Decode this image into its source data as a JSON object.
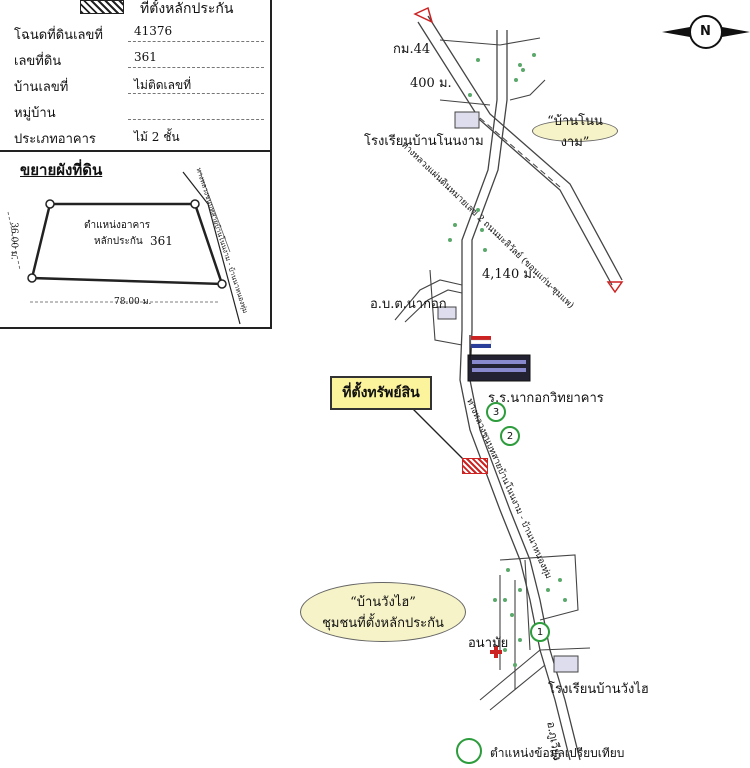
{
  "legend": {
    "label": "ที่ตั้งหลักประกัน"
  },
  "info": [
    {
      "label": "โฉนดที่ดินเลขที่",
      "value": "41376"
    },
    {
      "label": "เลขที่ดิน",
      "value": "361"
    },
    {
      "label": "บ้านเลขที่",
      "value": "ไม่ติดเลขที่"
    },
    {
      "label": "หมู่บ้าน",
      "value": ""
    },
    {
      "label": "ประเภทอาคาร",
      "value": "ไม้ 2 ชั้น"
    }
  ],
  "plot": {
    "title": "ขยายผังที่ดิน",
    "building_line1": "ตำแหน่งอาคาร",
    "building_line2": "หลักประกัน",
    "building_no": "361",
    "width_label": "78.00 ม.",
    "depth_label": "36.00 ม.",
    "road_label": "ทางหลวงชนบทสายบ้านโนนงาม - บ้านนาหนองทุ่ม"
  },
  "map": {
    "km_marker": "กม.44",
    "dist_400": "400 ม.",
    "dist_4140": "4,140 ม.",
    "highway_label": "ทางหลวงแผ่นดินหมายเลข 2 ถนนมะลิวัลย์ (ขอนแก่น-ชุมแพ)",
    "school_nonngam": "โรงเรียนบ้านโนนงาม",
    "village_nonngam": "“บ้านโนนงาม”",
    "school_nakok": "ร.ร.นากอกวิทยาคาร",
    "abt_nakok": "อ.บ.ต.นากอก",
    "asset_label": "ที่ตั้งทรัพย์สิน",
    "rural_road": "ทางหลวงชนบทสายบ้านโนนงาม - บ้านนาหนองทุ่ม",
    "village_wanghai_1": "“บ้านวังไฮ”",
    "village_wanghai_2": "ชุมชนที่ตั้งหลักประกัน",
    "health_station": "อนามัย",
    "school_wanghai": "โรงเรียนบ้านวังไฮ",
    "to_district": "อ.ภูเวียง",
    "comparison_legend": "ตำแหน่งข้อมูลเปรียบเทียบ",
    "points": [
      "1",
      "2",
      "3"
    ],
    "north": "N"
  },
  "colors": {
    "road": "#444444",
    "tree": "#5aa86a",
    "bubble": "#f6f3c8",
    "asset_box": "#fcf49c",
    "asset_hatch": "#cc2222",
    "compare_circle": "#2d9c3c"
  }
}
